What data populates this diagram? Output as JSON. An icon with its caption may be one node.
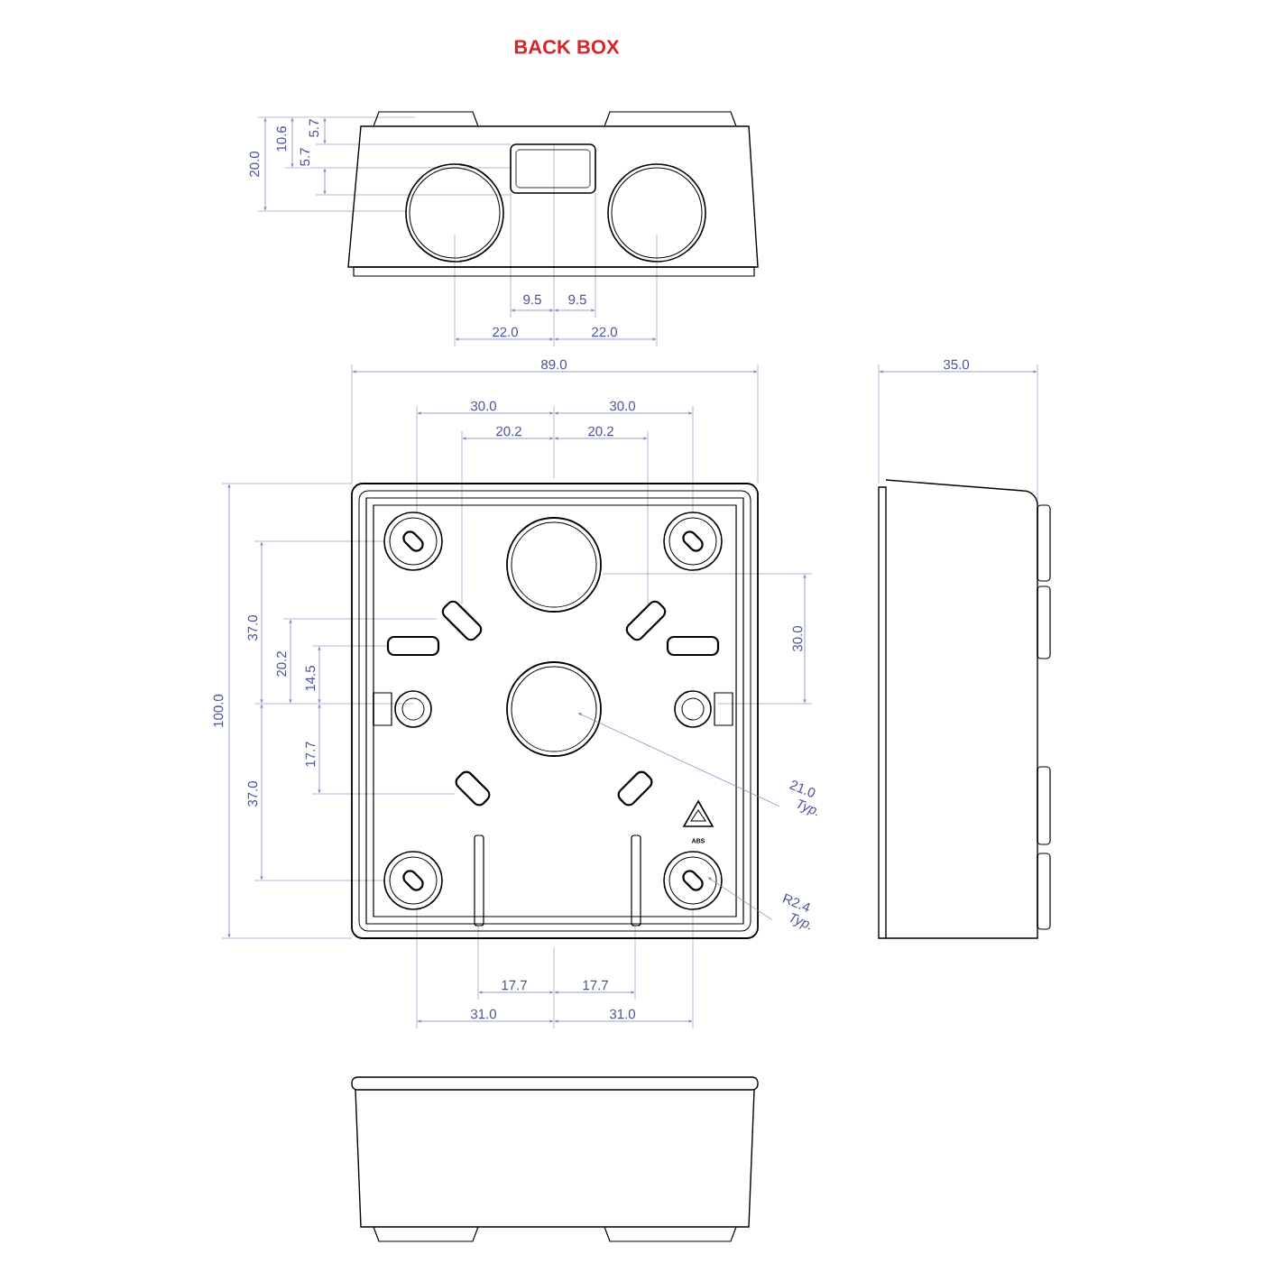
{
  "diagram": {
    "title": "BACK BOX",
    "nodes": [
      {
        "text": [
          "21.0",
          "Typ."
        ]
      },
      {
        "text": [
          "R2.4",
          "Typ."
        ]
      }
    ],
    "edges": [
      {
        "from": 0,
        "to": null,
        "arrow": "to"
      },
      {
        "from": 1,
        "to": null,
        "arrow": "to"
      }
    ],
    "labels": [
      "20.0",
      "10.6",
      "5.7",
      "5.7",
      "9.5",
      "9.5",
      "22.0",
      "22.0",
      "89.0",
      "35.0",
      "30.0",
      "30.0",
      "20.2",
      "20.2",
      "37.0",
      "30.0",
      "20.2",
      "14.5",
      "100.0",
      "17.7",
      "37.0",
      "ABS",
      "17.7",
      "17.7",
      "31.0",
      "31.0"
    ]
  }
}
